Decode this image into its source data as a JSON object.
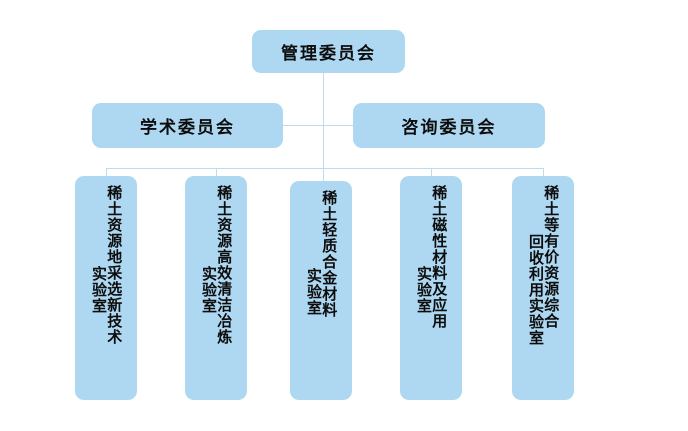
{
  "diagram": {
    "type": "organizational-chart",
    "root": {
      "label": "管理委员会"
    },
    "committees": [
      {
        "label": "学术委员会"
      },
      {
        "label": "咨询委员会"
      }
    ],
    "laboratories": [
      {
        "primary": "稀土资源地采选新技术",
        "secondary": "实验室"
      },
      {
        "primary": "稀土资源高效清洁冶炼",
        "secondary": "实验室"
      },
      {
        "primary": "稀土轻质合金材料",
        "secondary": "实验室"
      },
      {
        "primary": "稀土磁性材料及应用",
        "secondary": "实验室"
      },
      {
        "primary": "稀土等有价资源综合",
        "secondary": "回收利用实验室"
      }
    ],
    "colors": {
      "node_fill": "#aed8f2",
      "connector": "#bcdcee",
      "text": "#0d0d0d",
      "background": "#ffffff"
    }
  }
}
